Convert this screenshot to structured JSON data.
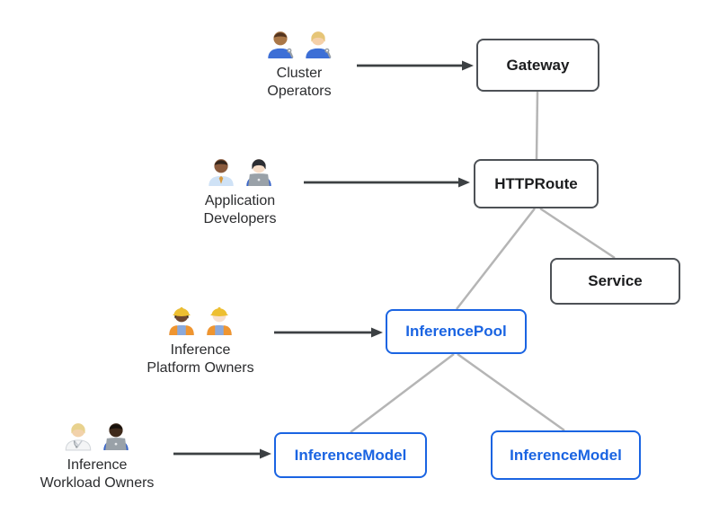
{
  "diagram": {
    "personas": [
      {
        "label_lines": [
          "Cluster",
          "Operators"
        ],
        "icons": [
          {
            "name": "man-mechanic-icon",
            "skin": "#aa7747",
            "hair": "#53341f",
            "shirt": "#3d6fd6",
            "wrench": true
          },
          {
            "name": "woman-mechanic-icon",
            "skin": "#f5d0a9",
            "hair": "#e6c577",
            "shirt": "#3d6fd6",
            "wrench": true,
            "long_hair": true
          }
        ]
      },
      {
        "label_lines": [
          "Application",
          "Developers"
        ],
        "icons": [
          {
            "name": "man-office-worker-icon",
            "skin": "#8a5a3c",
            "hair": "#32241b",
            "shirt": "#cfe2f6",
            "tie": "#d99a3e"
          },
          {
            "name": "woman-technologist-icon",
            "skin": "#f6ddc8",
            "hair": "#2c2e33",
            "shirt": "#3a66c9",
            "laptop": true,
            "long_hair": true
          }
        ]
      },
      {
        "label_lines": [
          "Inference",
          "Platform Owners"
        ],
        "icons": [
          {
            "name": "woman-construction-worker-icon",
            "skin": "#6d4730",
            "hair": "#241b15",
            "shirt": "#8aa9dc",
            "hat": "#edbf31",
            "vest": "#ef9530",
            "long_hair": true
          },
          {
            "name": "man-construction-worker-icon",
            "skin": "#f8e0cd",
            "hair": "#c09257",
            "shirt": "#8aa9dc",
            "hat": "#edbf31",
            "vest": "#ef9530"
          }
        ]
      },
      {
        "label_lines": [
          "Inference",
          "Workload Owners"
        ],
        "icons": [
          {
            "name": "health-worker-icon",
            "skin": "#f2d2ab",
            "hair": "#e8d28e",
            "shirt": "#f4f5f6",
            "coat": true,
            "long_hair": true
          },
          {
            "name": "man-technologist-icon",
            "skin": "#3f2a1b",
            "hair": "#17110c",
            "shirt": "#3a66c9",
            "laptop": true
          }
        ]
      }
    ],
    "nodes": [
      {
        "label": "Gateway",
        "style": "core"
      },
      {
        "label": "HTTPRoute",
        "style": "core"
      },
      {
        "label": "Service",
        "style": "core"
      },
      {
        "label": "InferencePool",
        "style": "inference"
      },
      {
        "label": "InferenceModel",
        "style": "inference"
      },
      {
        "label": "InferenceModel",
        "style": "inference"
      }
    ],
    "edges": [
      {
        "type": "line",
        "from": "Gateway",
        "to": "HTTPRoute"
      },
      {
        "type": "line",
        "from": "HTTPRoute",
        "to": "InferencePool"
      },
      {
        "type": "line",
        "from": "HTTPRoute",
        "to": "Service"
      },
      {
        "type": "line",
        "from": "InferencePool",
        "to": "InferenceModel-left"
      },
      {
        "type": "line",
        "from": "InferencePool",
        "to": "InferenceModel-right"
      },
      {
        "type": "arrow",
        "from": "Cluster Operators",
        "to": "Gateway"
      },
      {
        "type": "arrow",
        "from": "Application Developers",
        "to": "HTTPRoute"
      },
      {
        "type": "arrow",
        "from": "Inference Platform Owners",
        "to": "InferencePool"
      },
      {
        "type": "arrow",
        "from": "Inference Workload Owners",
        "to": "InferenceModel-left"
      }
    ],
    "colors": {
      "background": "#ffffff",
      "core_border": "#4d5156",
      "core_text": "#1b1c1e",
      "inference_blue": "#1a64e2",
      "connector_gray": "#b5b5b5",
      "arrow_dark": "#3c4043",
      "label_text": "#2b2c2e"
    }
  }
}
